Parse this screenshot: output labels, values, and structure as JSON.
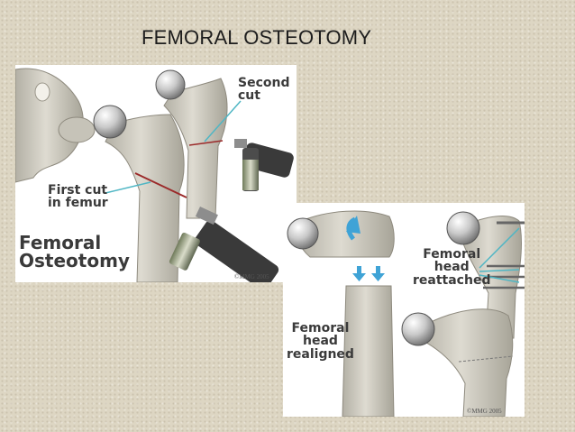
{
  "slide": {
    "title": "FEMORAL OSTEOTOMY"
  },
  "figure_left": {
    "label_second_cut": "Second\ncut",
    "label_first_cut": "First cut\nin femur",
    "label_femoral_osteotomy": "Femoral\nOsteotomy",
    "copyright": "©MMG 2005"
  },
  "figure_right": {
    "label_head_reattached": "Femoral\nhead\nreattached",
    "label_head_realigned": "Femoral\nhead\nrealigned",
    "copyright": "©MMG 2005"
  },
  "colors": {
    "bone": "#d8d5cb",
    "bone_shadow": "#a9a69b",
    "cut_line": "#9b2a2a",
    "pointer": "#4fb6c4",
    "arrow": "#3fa3d6",
    "drill_dark": "#3c3c3c"
  }
}
